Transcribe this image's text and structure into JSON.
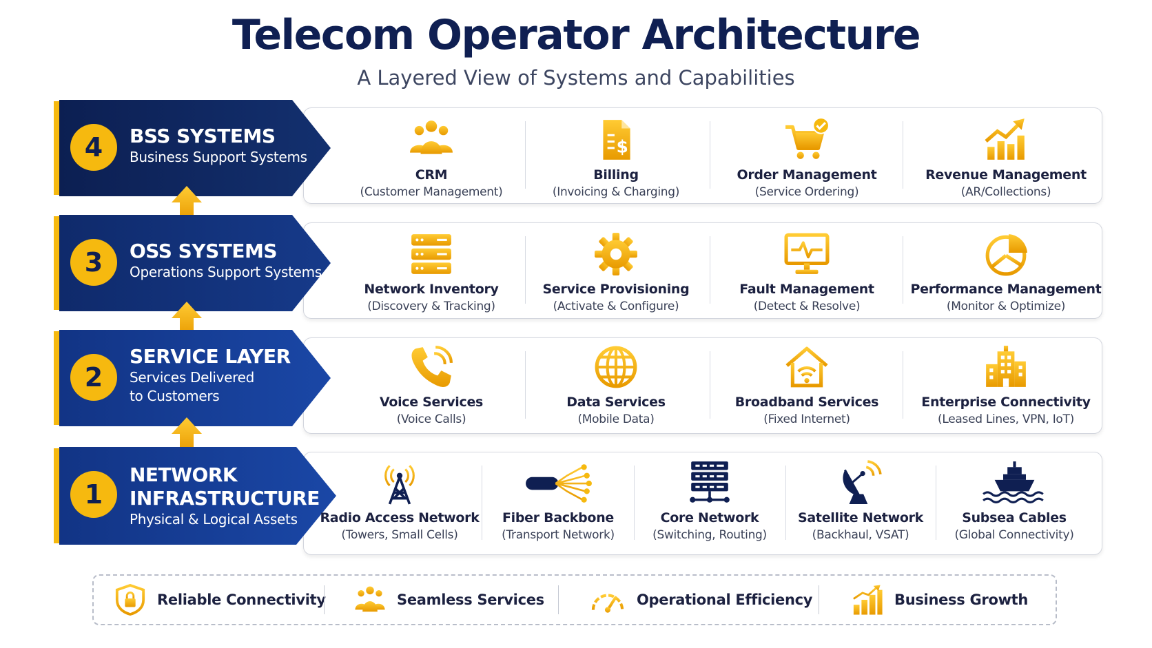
{
  "title": "Telecom Operator Architecture",
  "subtitle": "A Layered View of Systems and Capabilities",
  "colors": {
    "navy": "#0f2a6b",
    "navy_dark": "#0d1f50",
    "gold": "#f6b90f",
    "gold_dark": "#e8a000",
    "border": "#d3d6de"
  },
  "layers": [
    {
      "number": "4",
      "name": "BSS SYSTEMS",
      "description": "Business Support Systems",
      "items": [
        {
          "icon": "customers-icon",
          "name": "CRM",
          "sub": "(Customer Management)"
        },
        {
          "icon": "invoice-icon",
          "name": "Billing",
          "sub": "(Invoicing & Charging)"
        },
        {
          "icon": "cart-check-icon",
          "name": "Order Management",
          "sub": "(Service Ordering)"
        },
        {
          "icon": "growth-chart-icon",
          "name": "Revenue Management",
          "sub": "(AR/Collections)"
        }
      ]
    },
    {
      "number": "3",
      "name": "OSS SYSTEMS",
      "description": "Operations Support Systems",
      "items": [
        {
          "icon": "server-rack-icon",
          "name": "Network Inventory",
          "sub": "(Discovery & Tracking)"
        },
        {
          "icon": "gear-icon",
          "name": "Service Provisioning",
          "sub": "(Activate & Configure)"
        },
        {
          "icon": "monitor-pulse-icon",
          "name": "Fault Management",
          "sub": "(Detect & Resolve)"
        },
        {
          "icon": "pie-chart-icon",
          "name": "Performance Management",
          "sub": "(Monitor & Optimize)"
        }
      ]
    },
    {
      "number": "2",
      "name": "SERVICE LAYER",
      "description": "Services Delivered\nto Customers",
      "items": [
        {
          "icon": "phone-icon",
          "name": "Voice Services",
          "sub": "(Voice Calls)"
        },
        {
          "icon": "globe-icon",
          "name": "Data Services",
          "sub": "(Mobile Data)"
        },
        {
          "icon": "home-wifi-icon",
          "name": "Broadband Services",
          "sub": "(Fixed Internet)"
        },
        {
          "icon": "office-building-icon",
          "name": "Enterprise Connectivity",
          "sub": "(Leased Lines, VPN, IoT)"
        }
      ]
    },
    {
      "number": "1",
      "name": "NETWORK\nINFRASTRUCTURE",
      "description": "Physical & Logical Assets",
      "items": [
        {
          "icon": "radio-tower-icon",
          "name": "Radio Access Network",
          "sub": "(Towers, Small Cells)"
        },
        {
          "icon": "fiber-cable-icon",
          "name": "Fiber Backbone",
          "sub": "(Transport Network)"
        },
        {
          "icon": "core-server-icon",
          "name": "Core Network",
          "sub": "(Switching, Routing)"
        },
        {
          "icon": "satellite-dish-icon",
          "name": "Satellite Network",
          "sub": "(Backhaul, VSAT)"
        },
        {
          "icon": "ship-waves-icon",
          "name": "Subsea Cables",
          "sub": "(Global Connectivity)"
        }
      ]
    }
  ],
  "benefits": [
    {
      "icon": "shield-lock-icon",
      "label": "Reliable Connectivity"
    },
    {
      "icon": "people-icon",
      "label": "Seamless Services"
    },
    {
      "icon": "speedometer-icon",
      "label": "Operational Efficiency"
    },
    {
      "icon": "bar-growth-icon",
      "label": "Business Growth"
    }
  ]
}
